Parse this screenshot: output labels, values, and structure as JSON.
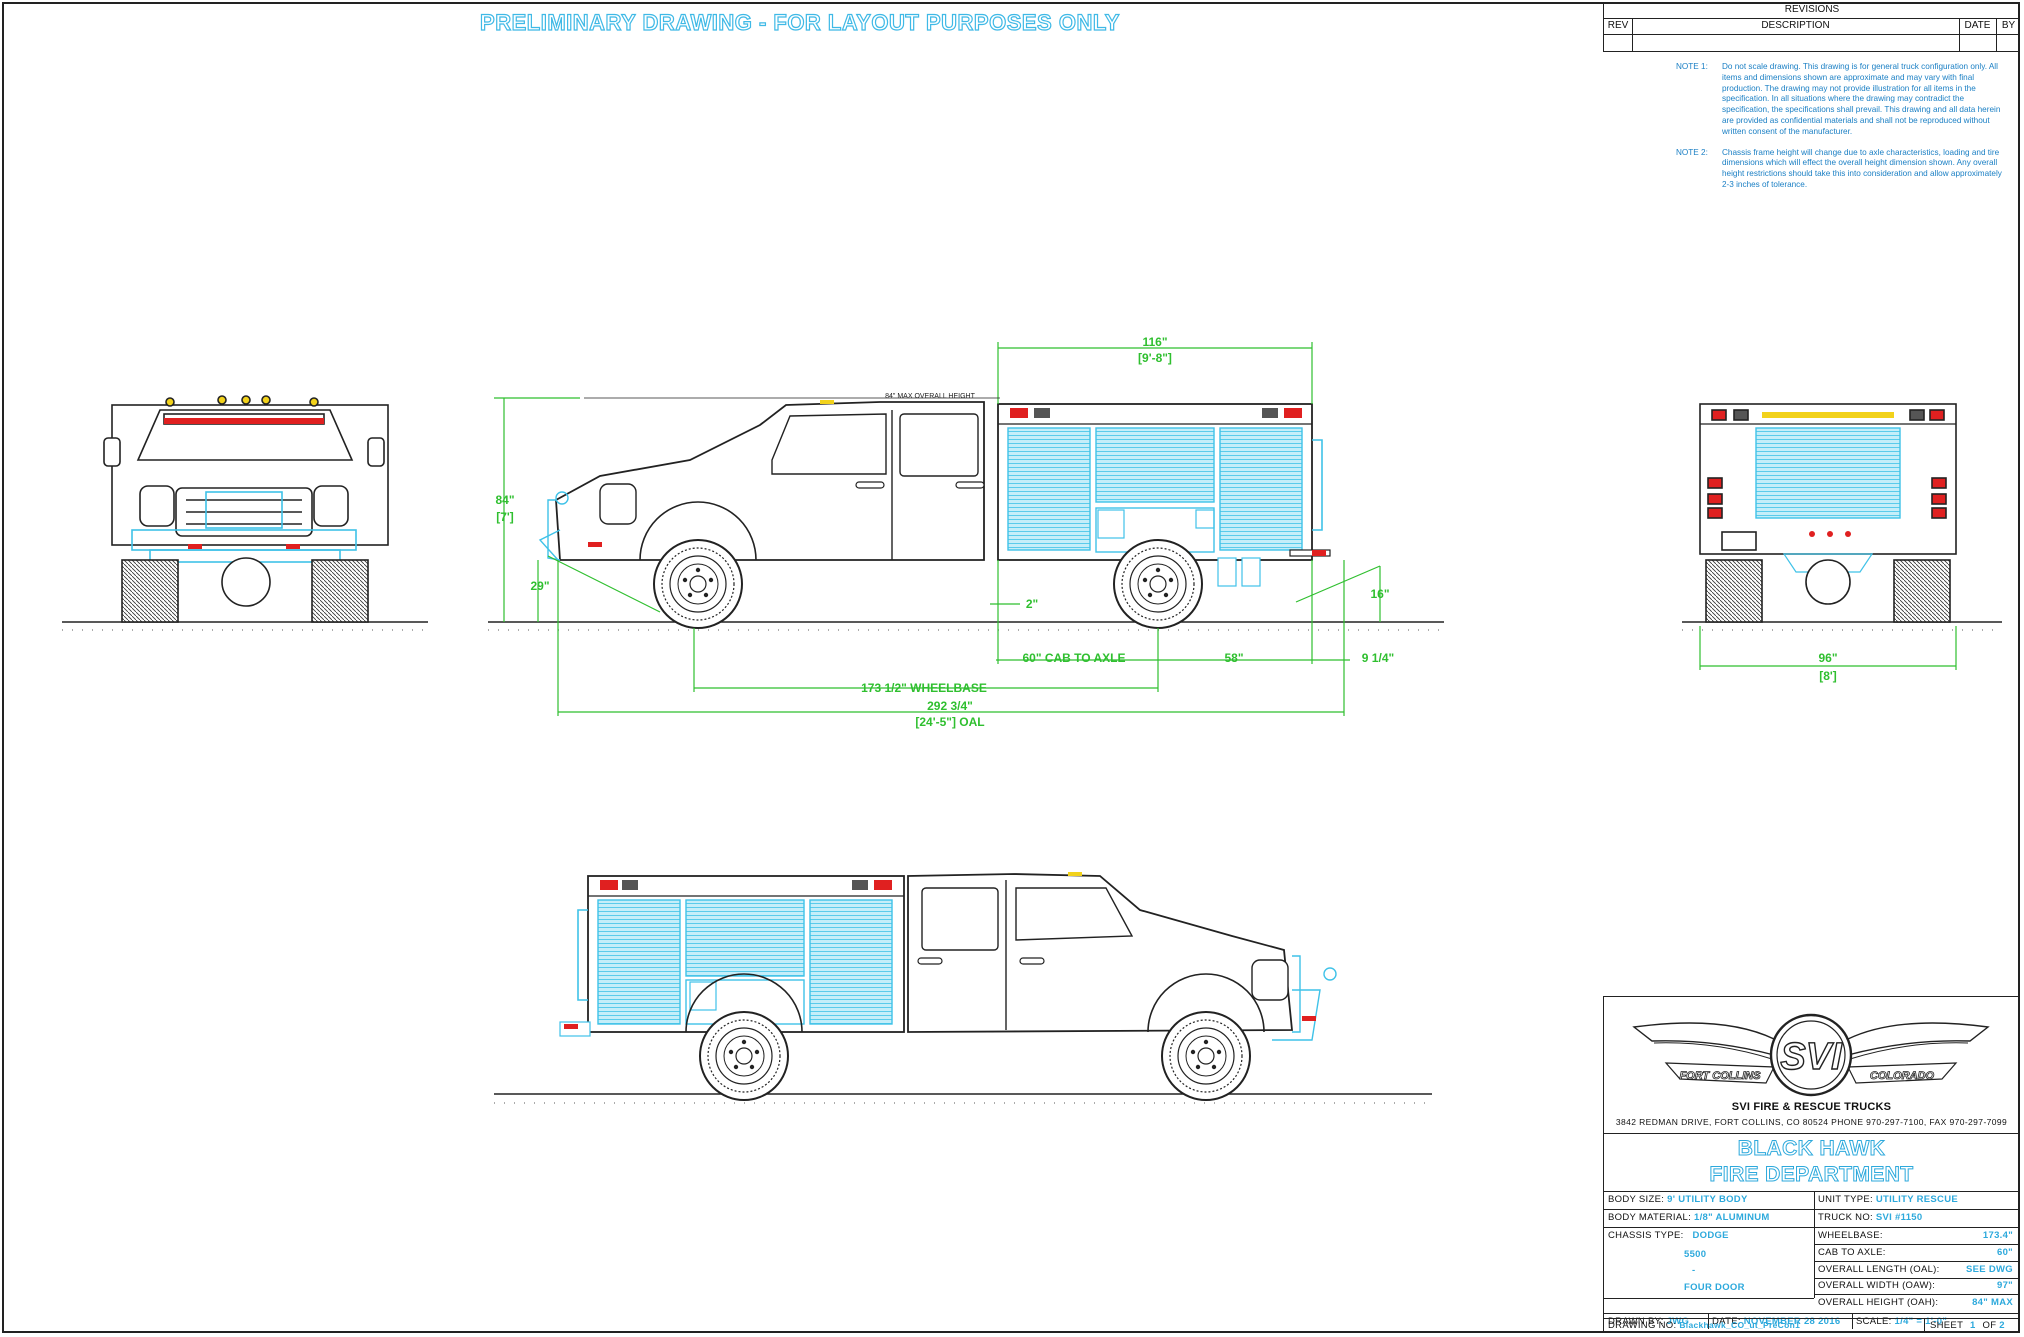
{
  "banner": "PRELIMINARY DRAWING - FOR LAYOUT PURPOSES ONLY",
  "revisions": {
    "title": "REVISIONS",
    "columns": [
      "REV",
      "DESCRIPTION",
      "DATE",
      "BY"
    ]
  },
  "notes": [
    {
      "label": "NOTE 1:",
      "text": "Do not scale drawing. This drawing is for general truck configuration only. All items and dimensions shown are approximate and may vary with final production. The drawing may not provide illustration for all items in the specification. In all situations where the drawing may contradict the specification, the specifications shall prevail. This drawing and all data herein are provided as confidential materials and shall not be reproduced without written consent of the manufacturer."
    },
    {
      "label": "NOTE 2:",
      "text": "Chassis frame height will change due to axle characteristics, loading and tire dimensions which will effect the overall height dimension shown. Any overall height restrictions should take this into consideration and allow approximately 2-3 inches of tolerance."
    }
  ],
  "dimensions": {
    "body_len": "116\"",
    "body_len_ft": "[9'-8\"]",
    "max_height_note": "84\" MAX OVERALL HEIGHT",
    "height": "84\"",
    "height_ft": "[7']",
    "approach": "29\"",
    "departure": "16\"",
    "gap": "2\"",
    "cab_to_axle": "60\" CAB TO AXLE",
    "rear_overhang": "58\"",
    "tail": "9 1/4\"",
    "wheelbase": "173 1/2\" WHEELBASE",
    "oal": "292 3/4\"",
    "oal_ft": "[24'-5\"] OAL",
    "width": "96\"",
    "width_ft": "[8']"
  },
  "logo": {
    "mark": "SVI",
    "left": "FORT COLLINS",
    "right": "COLORADO"
  },
  "company": "SVI FIRE & RESCUE TRUCKS",
  "address": "3842 REDMAN DRIVE, FORT COLLINS, CO 80524 PHONE 970-297-7100, FAX 970-297-7099",
  "customer": [
    "BLACK HAWK",
    "FIRE DEPARTMENT"
  ],
  "spec": {
    "body_size_label": "BODY SIZE:",
    "body_size": "9' UTILITY BODY",
    "body_material_label": "BODY MATERIAL:",
    "body_material": "1/8\" ALUMINUM",
    "chassis_type_label": "CHASSIS TYPE:",
    "chassis_make": "DODGE",
    "chassis_model": "5500",
    "chassis_dash": "-",
    "chassis_cab": "FOUR DOOR",
    "unit_type_label": "UNIT TYPE:",
    "unit_type": "UTILITY RESCUE",
    "truck_no_label": "TRUCK NO:",
    "truck_no": "SVI #1150",
    "wheelbase_label": "WHEELBASE:",
    "wheelbase": "173.4\"",
    "cab_axle_label": "CAB TO AXLE:",
    "cab_axle": "60\"",
    "oal_label": "OVERALL LENGTH (OAL):",
    "oal": "SEE DWG",
    "oaw_label": "OVERALL WIDTH (OAW):",
    "oaw": "97\"",
    "oah_label": "OVERALL HEIGHT (OAH):",
    "oah": "84\" MAX",
    "drawn_by_label": "DRAWN BY:",
    "drawn_by": "JWG",
    "date_label": "DATE:",
    "date": "NOVEMBER 28 2016",
    "scale_label": "SCALE:",
    "scale": "1/4\" = 1'-0\"",
    "drawing_no_label": "DRAWING NO:",
    "drawing_no": "Blackhawk_CO_ut_PreCon1",
    "sheet_label": "SHEET",
    "sheet": "1",
    "of_label": "OF",
    "sheets": "2"
  },
  "colors": {
    "cyan": "#3fc2e8",
    "green": "#2fbf2f",
    "yellow": "#f2d21b",
    "red": "#e02020"
  }
}
